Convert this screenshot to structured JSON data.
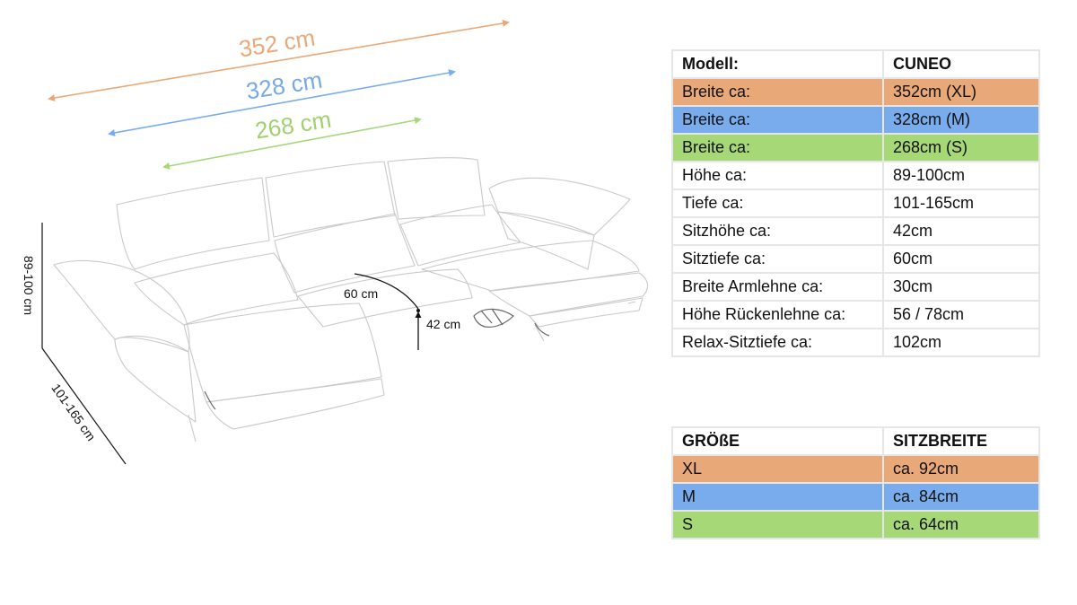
{
  "colors": {
    "xl": "#e8a878",
    "m": "#78acec",
    "s": "#a6d878",
    "dim_xl_text": "#e9a978",
    "dim_m_text": "#76a9ea",
    "dim_s_text": "#a0d070"
  },
  "diagram": {
    "width_xl": "352 cm",
    "width_m": "328 cm",
    "width_s": "268 cm",
    "height_label": "89-100 cm",
    "depth_label": "101-165 cm",
    "seat_depth_label": "60 cm",
    "seat_height_label": "42 cm"
  },
  "table1": {
    "header": [
      "Modell:",
      "CUNEO"
    ],
    "rows": [
      {
        "label": "Breite ca:",
        "value": "352cm (XL)",
        "color": "#e8a878"
      },
      {
        "label": "Breite ca:",
        "value": "328cm (M)",
        "color": "#78acec"
      },
      {
        "label": "Breite ca:",
        "value": "268cm (S)",
        "color": "#a6d878"
      },
      {
        "label": "Höhe ca:",
        "value": "89-100cm",
        "color": ""
      },
      {
        "label": "Tiefe ca:",
        "value": "101-165cm",
        "color": ""
      },
      {
        "label": "Sitzhöhe ca:",
        "value": "42cm",
        "color": ""
      },
      {
        "label": "Sitztiefe ca:",
        "value": "60cm",
        "color": ""
      },
      {
        "label": "Breite Armlehne ca:",
        "value": "30cm",
        "color": ""
      },
      {
        "label": "Höhe Rückenlehne ca:",
        "value": "56 / 78cm",
        "color": ""
      },
      {
        "label": "Relax-Sitztiefe ca:",
        "value": "102cm",
        "color": ""
      }
    ]
  },
  "table2": {
    "header": [
      "GRÖßE",
      "SITZBREITE"
    ],
    "rows": [
      {
        "label": "XL",
        "value": "ca. 92cm",
        "color": "#e8a878"
      },
      {
        "label": "M",
        "value": "ca. 84cm",
        "color": "#78acec"
      },
      {
        "label": "S",
        "value": "ca. 64cm",
        "color": "#a6d878"
      }
    ]
  }
}
